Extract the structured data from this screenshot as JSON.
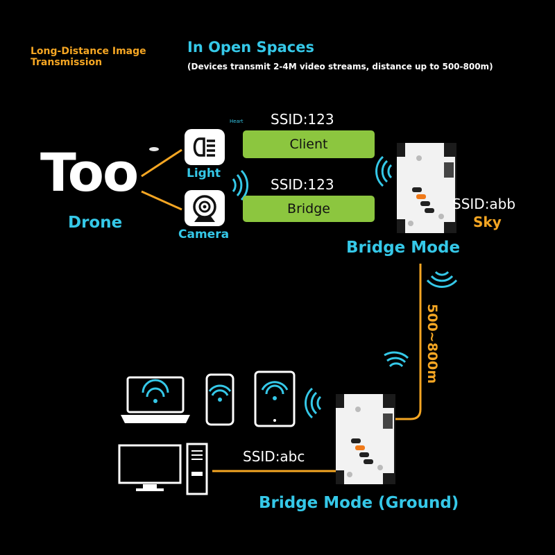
{
  "header": {
    "corner_title": "Long-Distance Image\nTransmission",
    "main_title": "In Open Spaces",
    "subtitle": "(Devices transmit 2-4M video streams, distance up to 500-800m)"
  },
  "drone": {
    "logo_text": "Too",
    "label": "Drone"
  },
  "apps": [
    {
      "label": "Light",
      "icon": "headlight-icon"
    },
    {
      "label": "Camera",
      "icon": "webcam-icon"
    }
  ],
  "heart_label": "Heart",
  "connections": [
    {
      "ssid": "SSID:123",
      "mode": "Client"
    },
    {
      "ssid": "SSID:123",
      "mode": "Bridge"
    }
  ],
  "sky_unit": {
    "ssid": "SSID:abb",
    "role": "Sky",
    "mode_label": "Bridge Mode"
  },
  "link": {
    "distance": "500~800m"
  },
  "ground_unit": {
    "ssid": "SSID:abc",
    "mode_label": "Bridge Mode (Ground)"
  },
  "clients": [
    "laptop-icon",
    "smartphone-icon",
    "tablet-icon",
    "desktop-pc-icon"
  ],
  "colors": {
    "accent_cyan": "#35c8e8",
    "accent_orange": "#f5a623",
    "pill_green": "#8cc63f",
    "background": "#000000"
  }
}
